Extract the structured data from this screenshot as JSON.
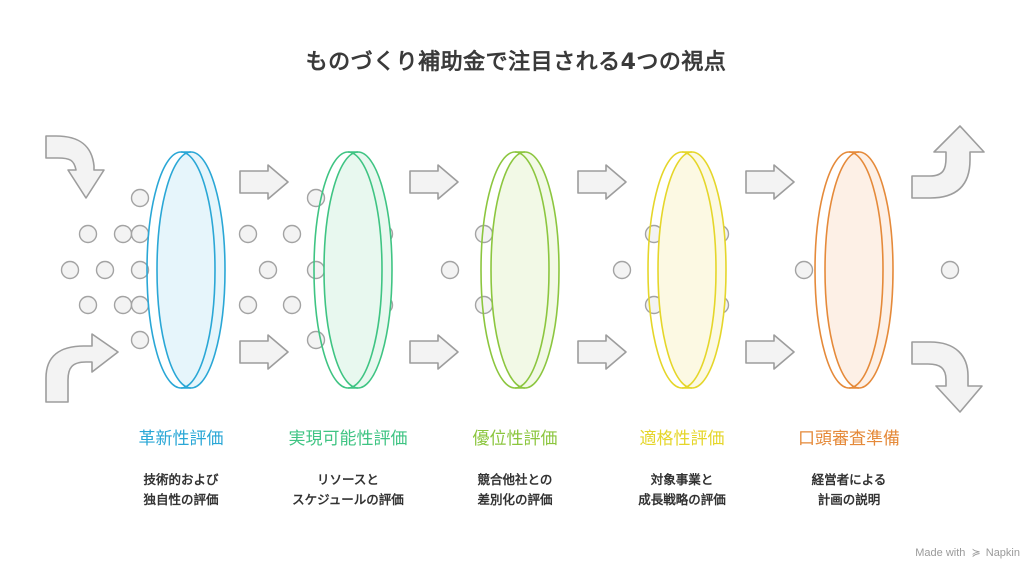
{
  "title": "ものづくり補助金で注目される4つの視点",
  "stages": [
    {
      "label": "革新性評価",
      "desc_lines": [
        "技術的および",
        "独自性の評価"
      ],
      "color": "#2aa7d6",
      "fill": "#e6f5fb"
    },
    {
      "label": "実現可能性評価",
      "desc_lines": [
        "リソースと",
        "スケジュールの評価"
      ],
      "color": "#3fc483",
      "fill": "#e8f8ef"
    },
    {
      "label": "優位性評価",
      "desc_lines": [
        "競合他社との",
        "差別化の評価"
      ],
      "color": "#8cc63f",
      "fill": "#f2f9e6"
    },
    {
      "label": "適格性評価",
      "desc_lines": [
        "対象事業と",
        "成長戦略の評価"
      ],
      "color": "#e5d62a",
      "fill": "#fcf9e3"
    },
    {
      "label": "口頭審査準備",
      "desc_lines": [
        "経営者による",
        "計画の説明"
      ],
      "color": "#e58a3a",
      "fill": "#fdf0e6"
    }
  ],
  "branding": {
    "text": "Made with",
    "mark_icon": "napkin-logo-icon",
    "name": "Napkin"
  }
}
